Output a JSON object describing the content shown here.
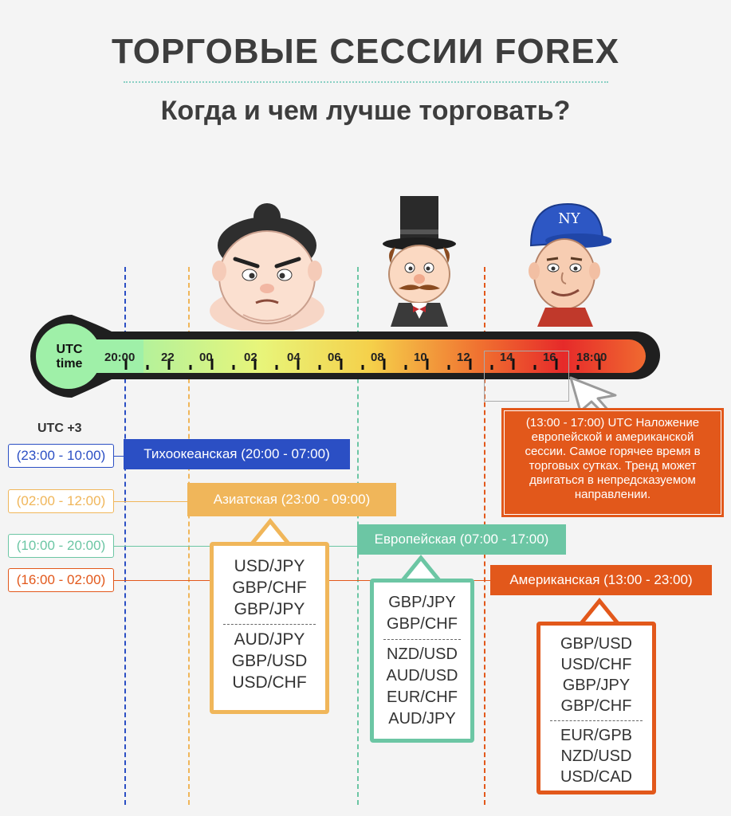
{
  "title": "ТОРГОВЫЕ СЕССИИ FOREX",
  "subtitle": "Когда и чем лучше торговать?",
  "colors": {
    "pacific": "#2b4fc4",
    "asian": "#f0b65a",
    "european": "#6cc6a4",
    "american": "#e2581b",
    "title": "#3d3d3d"
  },
  "timeline": {
    "bulb_label_line1": "UTC",
    "bulb_label_line2": "time",
    "ticks": [
      "20:00",
      "22",
      "00",
      "02",
      "04",
      "06",
      "08",
      "10",
      "12",
      "14",
      "16",
      "18:00"
    ]
  },
  "utc3_label": "UTC +3",
  "sessions": {
    "pacific": {
      "utc3": "(23:00 - 10:00)",
      "label": "Тихоокеанская (20:00 - 07:00)"
    },
    "asian": {
      "utc3": "(02:00 - 12:00)",
      "label": "Азиатская (23:00 - 09:00)",
      "pairs_top": [
        "USD/JPY",
        "GBP/CHF",
        "GBP/JPY"
      ],
      "pairs_bottom": [
        "AUD/JPY",
        "GBP/USD",
        "USD/CHF"
      ]
    },
    "european": {
      "utc3": "(10:00 - 20:00)",
      "label": "Европейская (07:00 - 17:00)",
      "pairs_top": [
        "GBP/JPY",
        "GBP/CHF"
      ],
      "pairs_bottom": [
        "NZD/USD",
        "AUD/USD",
        "EUR/CHF",
        "AUD/JPY"
      ]
    },
    "american": {
      "utc3": "(16:00 - 02:00)",
      "label": "Американская (13:00 - 23:00)",
      "pairs_top": [
        "GBP/USD",
        "USD/CHF",
        "GBP/JPY",
        "GBP/CHF"
      ],
      "pairs_bottom": [
        "EUR/GPB",
        "NZD/USD",
        "USD/CAD"
      ]
    }
  },
  "overlap_note": "(13:00 - 17:00) UTC Наложение европейской и американской сессии. Самое горячее время в торговых сутках. Тренд может двигаться в непредсказуемом направлении.",
  "characters": {
    "american_cap_text": "NY"
  }
}
